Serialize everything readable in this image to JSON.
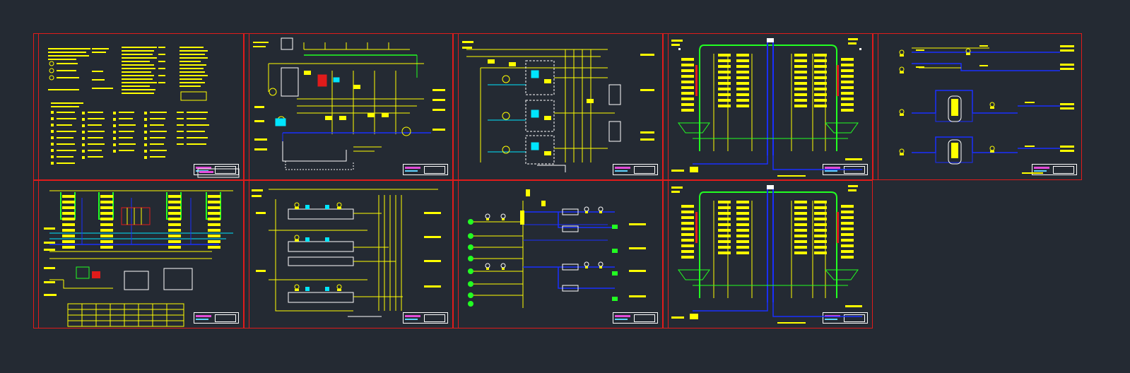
{
  "viewer": {
    "background": "#242a33",
    "border_color": "#e01b1b",
    "line_colors": {
      "primary": "#ffff00",
      "flow": "#1a2fff",
      "aux": "#00e5ff",
      "green": "#22ff22",
      "white": "#ffffff",
      "magenta": "#e34bd9"
    }
  },
  "sheets": [
    {
      "id": "legend-sheet",
      "kind": "legend"
    },
    {
      "id": "process-sheet-1",
      "kind": "pid"
    },
    {
      "id": "process-sheet-2",
      "kind": "pid"
    },
    {
      "id": "distribution-sheet-1",
      "kind": "distribution"
    },
    {
      "id": "vessel-sheet",
      "kind": "vessels"
    },
    {
      "id": "manifold-sheet",
      "kind": "manifold"
    },
    {
      "id": "process-sheet-3",
      "kind": "pid"
    },
    {
      "id": "branch-sheet",
      "kind": "branch"
    },
    {
      "id": "distribution-sheet-2",
      "kind": "distribution"
    }
  ]
}
